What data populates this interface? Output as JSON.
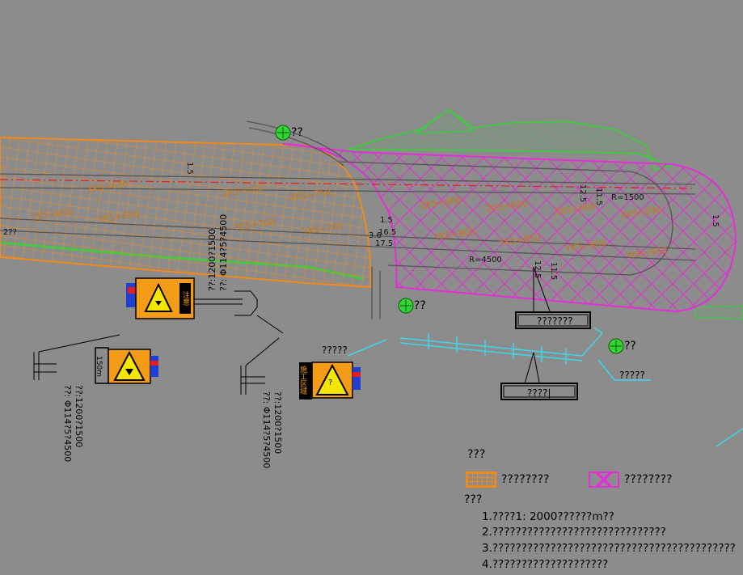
{
  "labels": {
    "tree_top": "??",
    "tree_mid": "??",
    "tree_right": "??",
    "callout_a": "???????",
    "callout_b": "????|",
    "callout_c": "?????",
    "callout_d": "?????",
    "stake_zk5_800": "ZK5+800",
    "stake_zk5_850": "ZK5+850",
    "stake_zk5_900": "ZK5+900",
    "stake_zk5_950": "ZK5+950",
    "stake_yk5_800": "YK5+800",
    "stake_yk5_850": "YK5+850",
    "stake_yk5_900": "YK5+900",
    "stake_yk5_950": "YK5+950",
    "stake_zk5_700": "ZK5+700",
    "stake_zk5_750": "ZK5+750",
    "stake_yk5_650": "YK5+650",
    "stake_yk5_700": "YK5+700",
    "stake_yk5_701": "YK5+701",
    "stake_zk5_650": "ZK5+650",
    "stake_yk5_600": "YK5+600",
    "radius_1": "R=1500",
    "radius_2": "R=4500",
    "dim_11_5": "11.5",
    "dim_12_5": "12.5",
    "dim_1_5": "1.5",
    "dim_16_5": "16.5",
    "dim_17_5": "17.5",
    "dim_3_6": "3.6",
    "left_edge": "2??",
    "sign_spec_1": "??:1200?1500",
    "sign_spec_2": "??: Φ114?5?4500",
    "sign1_text": "注意",
    "sign2_distance": "150m",
    "sign3_text": "施工区域"
  },
  "legend": {
    "title": "???",
    "item1": "????????",
    "item2": "????????"
  },
  "notes": {
    "title": "???",
    "n1": "1.????1: 2000??????m??",
    "n2": "2.??????????????????????????????",
    "n3": "3.??????????????????????????????????????????",
    "n4": "4.????????????????????"
  },
  "colors": {
    "background": "#8c8c8c",
    "orange_zone": "#f08a1c",
    "magenta_zone": "#e22fd6",
    "green_slope": "#32d632",
    "cyan": "#3fd6e6",
    "sign_orange": "#f49b17",
    "sign_yellow": "#f5e600"
  }
}
